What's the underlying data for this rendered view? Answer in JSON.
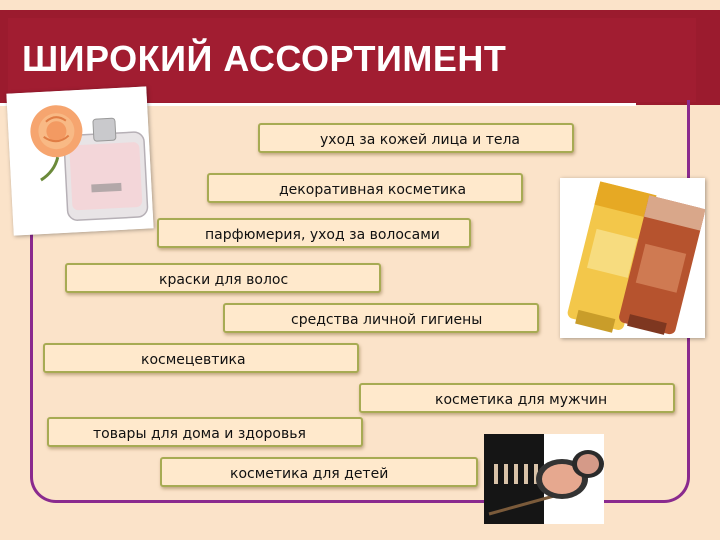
{
  "title": "ШИРОКИЙ АССОРТИМЕНТ",
  "categories": [
    "уход за кожей лица и тела",
    "декоративная косметика",
    "парфюмерия, уход за волосами",
    "краски для волос",
    "средства личной гигиены",
    "космецевтика",
    "косметика для мужчин",
    "товары для дома и здоровья",
    "косметика для детей"
  ],
  "colors": {
    "title_bg": "#9b1b2e",
    "background": "#fbe3c9",
    "box_border": "#a7ab53",
    "frame": "#8a2a8e"
  },
  "images": [
    "perfume-photo",
    "cosmetic-tubes-photo",
    "makeup-palette-photo"
  ]
}
